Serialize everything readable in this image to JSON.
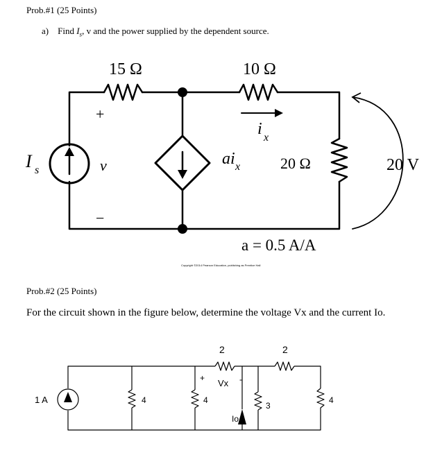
{
  "prob1": {
    "heading": "Prob.#1 (25 Points)",
    "part_a": {
      "marker": "a)",
      "text_find": "Find",
      "text_Is_main": "I",
      "text_Is_sub": "s",
      "text_rest": ", v and the power supplied by the dependent source."
    },
    "circuit": {
      "r1_label": "15 Ω",
      "r2_label": "10 Ω",
      "r3_label": "20 Ω",
      "source_label_main": "I",
      "source_label_sub": "s",
      "v_plus": "+",
      "v_label": "v",
      "v_minus": "−",
      "dep_label_main": "ai",
      "dep_label_sub": "x",
      "ix_label_main": "i",
      "ix_label_sub": "x",
      "voltage_label": "20 V",
      "a_value": "a = 0.5 A/A",
      "copyright": "Copyright ©2014 Pearson Education, publishing as Prentice Hall"
    }
  },
  "prob2": {
    "heading": "Prob.#2 (25 Points)",
    "statement": "For the circuit shown in the figure below, determine the voltage Vx and the current Io.",
    "circuit": {
      "source_label": "1 A",
      "r_top_left": "2",
      "r_top_right": "2",
      "r_shunt_1": "4",
      "r_shunt_2": "4",
      "r_shunt_3": "3",
      "r_shunt_4": "4",
      "vx_label": "Vx",
      "vx_plus": "+",
      "vx_minus": "-",
      "io_label": "Io"
    }
  }
}
